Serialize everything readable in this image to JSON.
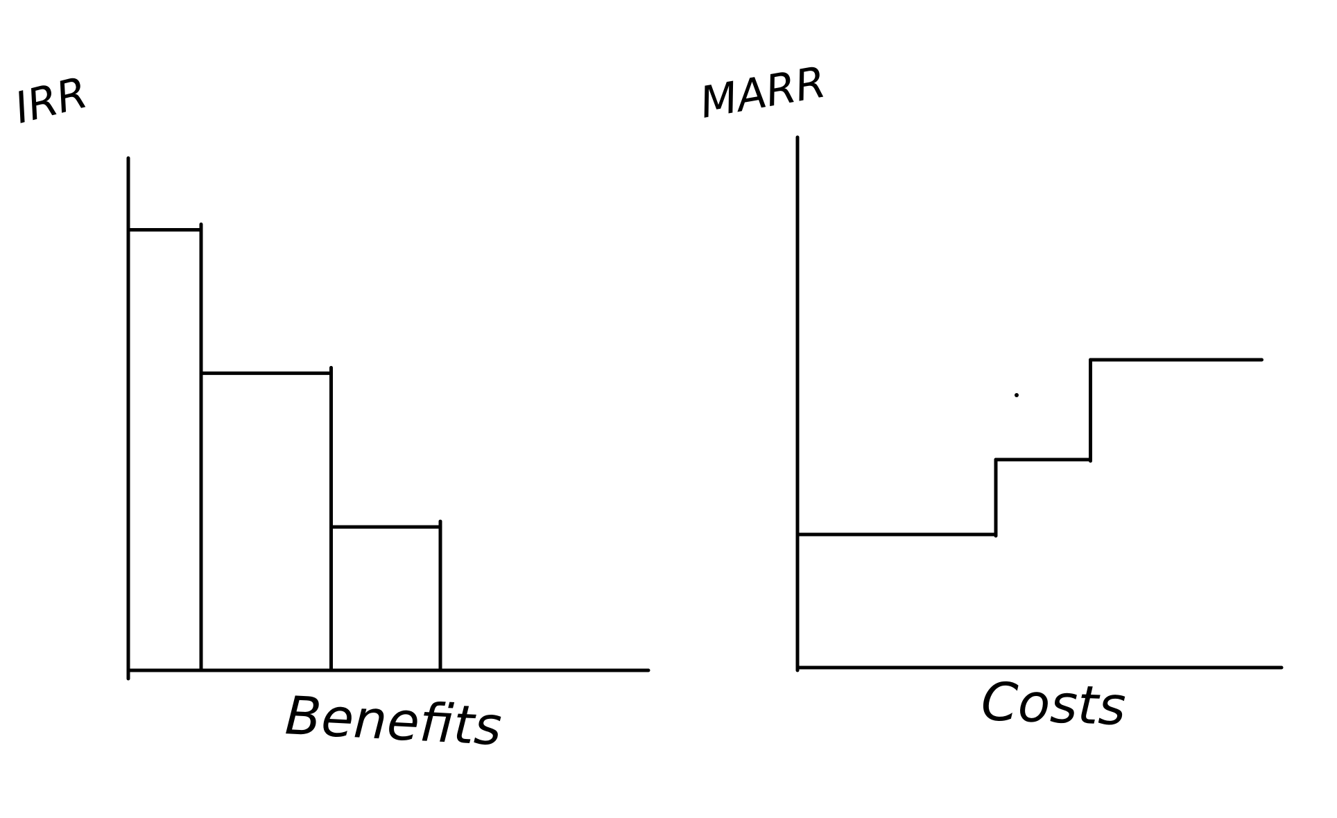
{
  "ink_color": "#000000",
  "background_color": "#ffffff",
  "chart_data": [
    {
      "type": "bar",
      "style": "hand-drawn step histogram, bars adjacent with no gaps",
      "ylabel": "IRR",
      "xlabel": "Benefits",
      "axis_ticks": "none",
      "grid": false,
      "legend": "none",
      "xlim": [
        0,
        100
      ],
      "ylim": [
        0,
        100
      ],
      "bars": [
        {
          "x_start": 0,
          "x_end": 14,
          "value": 86
        },
        {
          "x_start": 14,
          "x_end": 39,
          "value": 58
        },
        {
          "x_start": 39,
          "x_end": 60,
          "value": 28
        }
      ]
    },
    {
      "type": "line",
      "style": "hand-drawn increasing step function",
      "ylabel": "MARR",
      "xlabel": "Costs",
      "axis_ticks": "none",
      "grid": false,
      "legend": "none",
      "xlim": [
        0,
        100
      ],
      "ylim": [
        0,
        100
      ],
      "steps": [
        {
          "x_start": 0,
          "x_end": 44,
          "value": 32
        },
        {
          "x_start": 44,
          "x_end": 65,
          "value": 50
        },
        {
          "x_start": 65,
          "x_end": 103,
          "value": 74
        }
      ]
    }
  ]
}
